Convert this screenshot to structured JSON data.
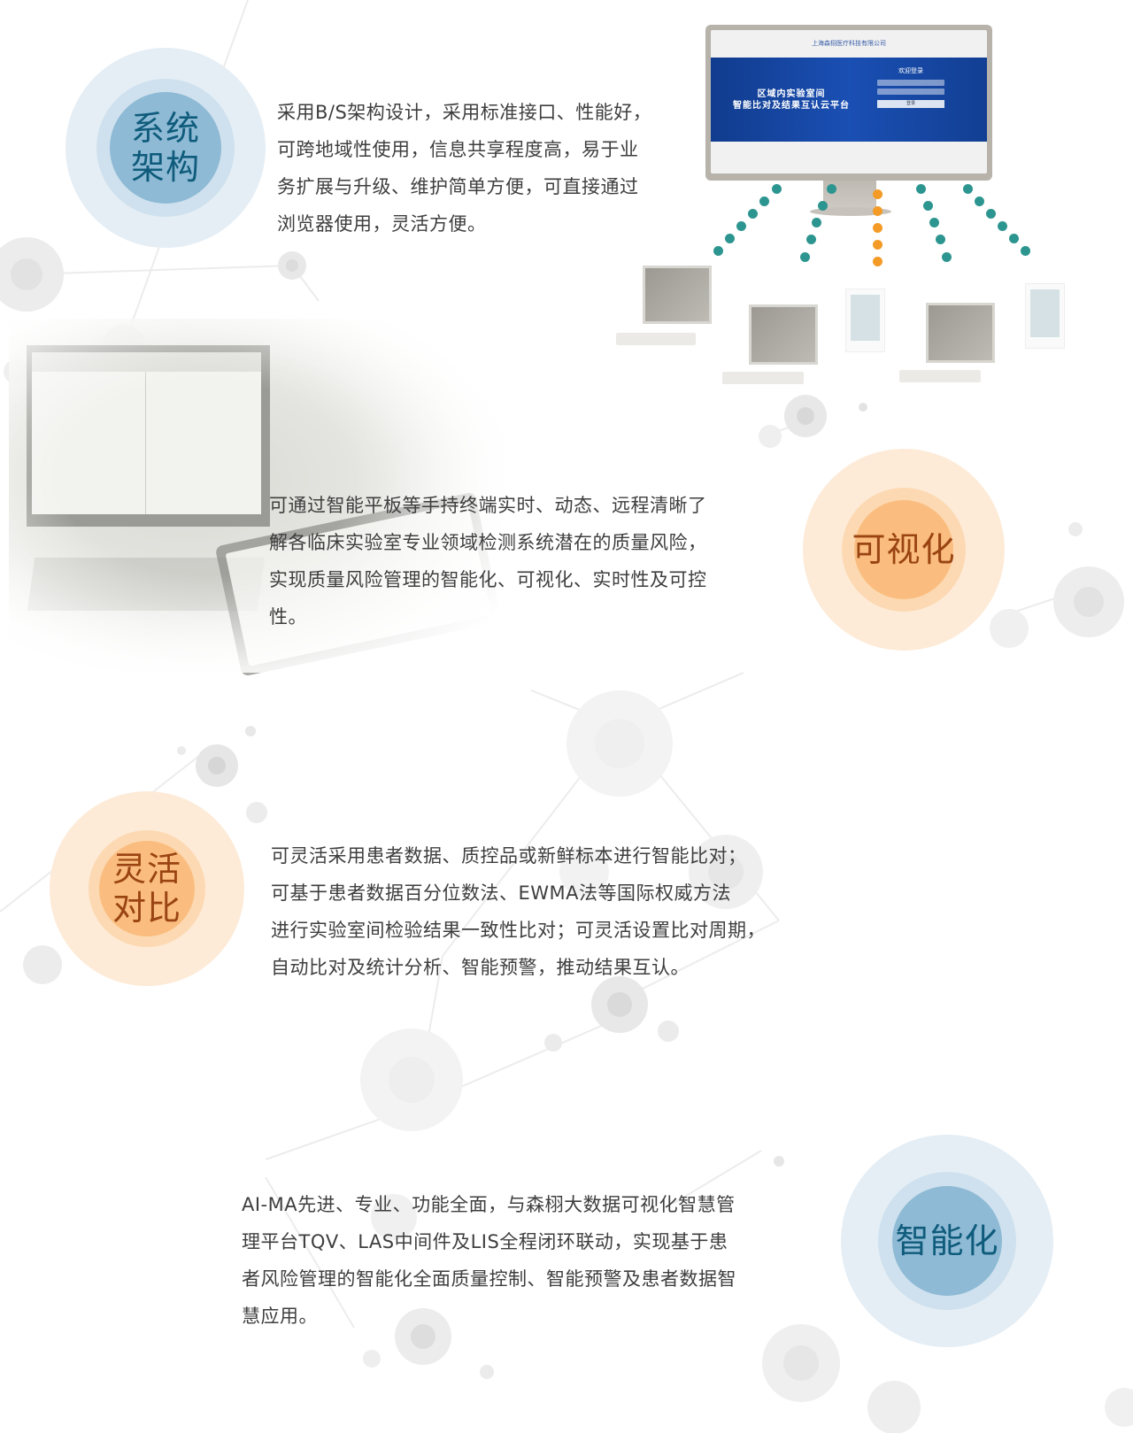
{
  "features": [
    {
      "id": "architecture",
      "badge_lines": [
        "系统",
        "架构"
      ],
      "theme": "blue",
      "description_lines": [
        "采用B/S架构设计，采用标准接口、性能好，",
        "可跨地域性使用，信息共享程度高，易于业",
        "务扩展与升级、维护简单方便，可直接通过",
        "浏览器使用，灵活方便。"
      ]
    },
    {
      "id": "visualization",
      "badge_lines": [
        "可视化"
      ],
      "theme": "orange",
      "description_lines": [
        "可通过智能平板等手持终端实时、动态、远程清晰了",
        "解各临床实验室专业领域检测系统潜在的质量风险，",
        "实现质量风险管理的智能化、可视化、实时性及可控",
        "性。"
      ]
    },
    {
      "id": "flexible-comparison",
      "badge_lines": [
        "灵活",
        "对比"
      ],
      "theme": "orange",
      "description_lines": [
        "可灵活采用患者数据、质控品或新鲜标本进行智能比对；",
        "可基于患者数据百分位数法、EWMA法等国际权威方法",
        "进行实验室间检验结果一致性比对；可灵活设置比对周期，",
        "自动比对及统计分析、智能预警，推动结果互认。"
      ]
    },
    {
      "id": "intelligence",
      "badge_lines": [
        "智能化"
      ],
      "theme": "blue",
      "description_lines": [
        "AI-MA先进、专业、功能全面，与森栩大数据可视化智慧管",
        "理平台TQV、LAS中间件及LIS全程闭环联动，实现基于患",
        "者风险管理的智能化全面质量控制、智能预警及患者数据智",
        "慧应用。"
      ]
    }
  ],
  "monitor_screen": {
    "company_logo": "上海森栩医疗科技有限公司",
    "platform_title_line1": "区域内实验室间",
    "platform_title_line2": "智能比对及结果互认云平台",
    "login_title": "欢迎登录",
    "login_button": "登录"
  },
  "colors": {
    "teal_dots": "#2d9590",
    "orange_dots": "#f39b26",
    "blue_badge_text": "#0f5b7b",
    "orange_badge_text": "#9a4413"
  }
}
